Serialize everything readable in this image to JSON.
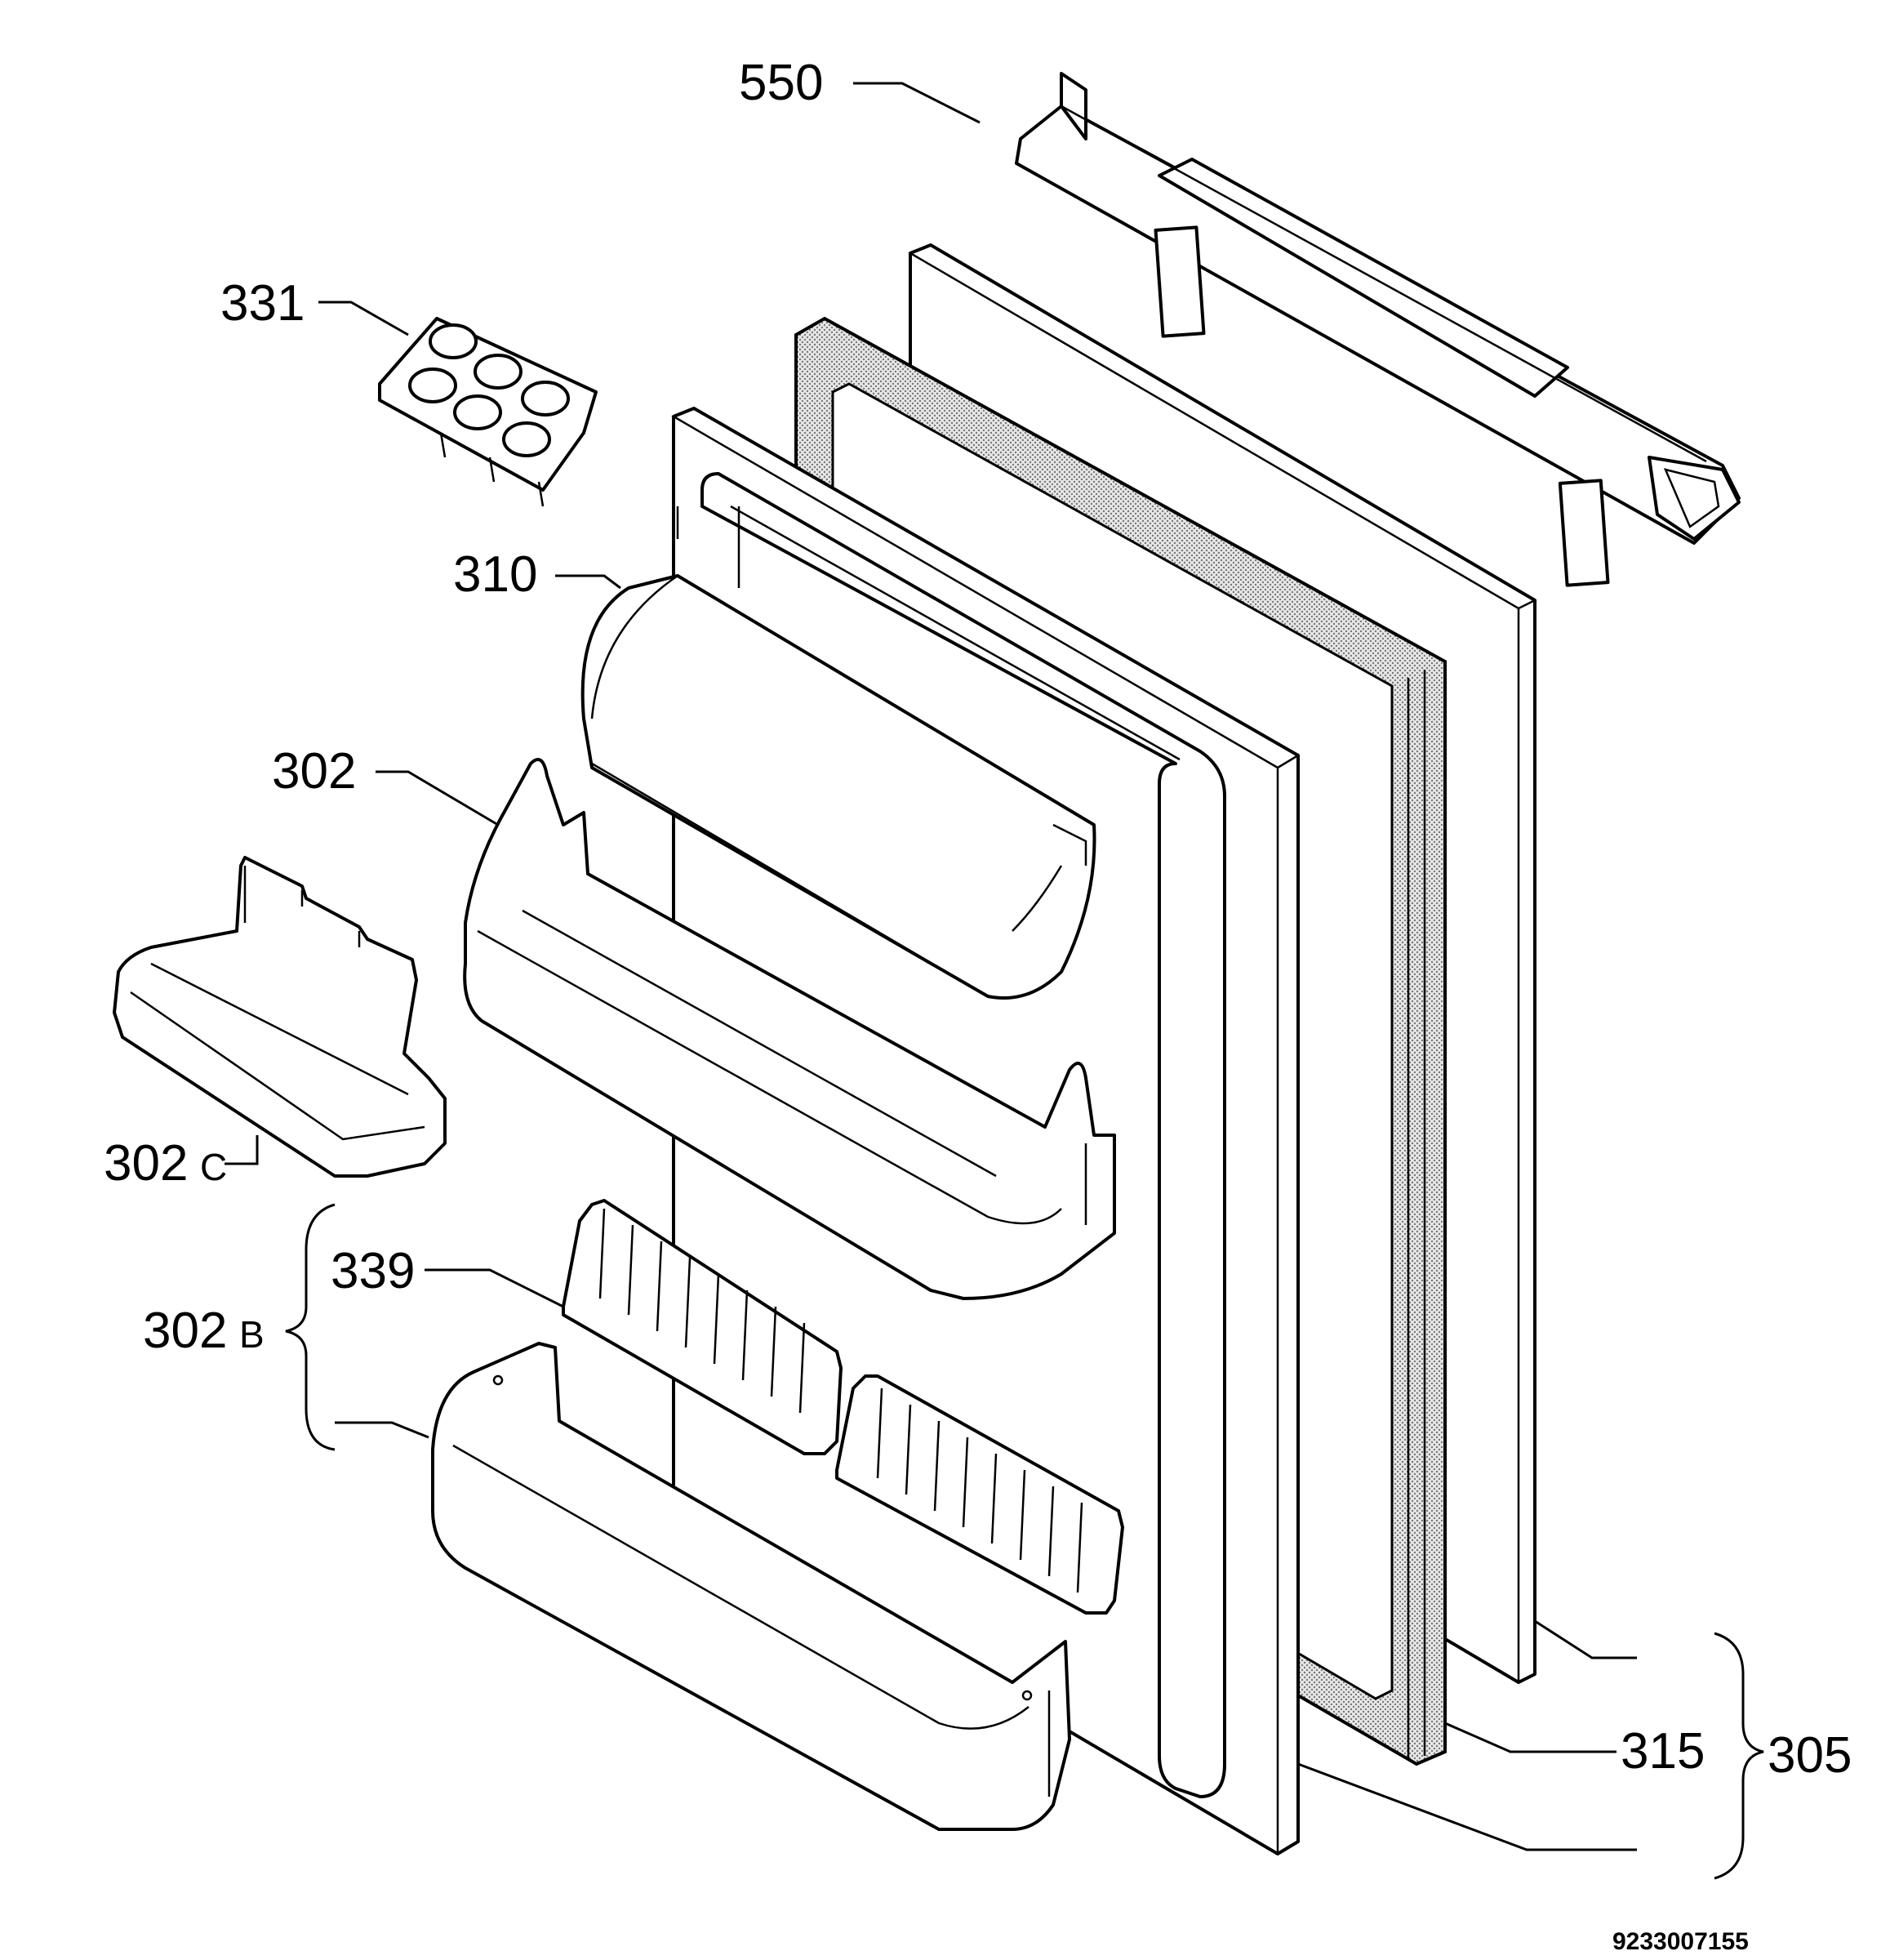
{
  "diagram": {
    "labels": {
      "p550": "550",
      "p331": "331",
      "p310": "310",
      "p302": "302",
      "p302c_num": "302",
      "p302c_suffix": "C",
      "p339": "339",
      "p302b_num": "302",
      "p302b_suffix": "B",
      "p315": "315",
      "p305": "305"
    },
    "document_number": "9233007155"
  }
}
